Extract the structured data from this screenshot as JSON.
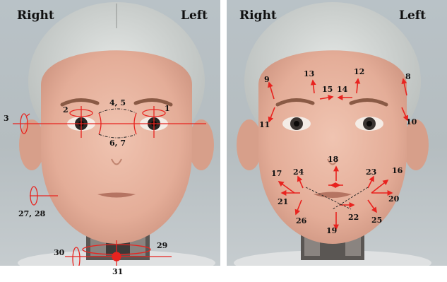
{
  "left_panel": {
    "side_labels": {
      "right": "Right",
      "left": "Left"
    },
    "axis_labels": [
      "1",
      "2",
      "3",
      "4, 5",
      "6, 7",
      "27, 28",
      "29",
      "30",
      "31"
    ]
  },
  "right_panel": {
    "side_labels": {
      "right": "Right",
      "left": "Left"
    },
    "axis_labels": [
      "8",
      "9",
      "10",
      "11",
      "12",
      "13",
      "14",
      "15",
      "16",
      "17",
      "18",
      "19",
      "20",
      "21",
      "22",
      "23",
      "24",
      "25",
      "26"
    ]
  },
  "colors": {
    "annotation": "#e8231f",
    "skin": "#e9b8a5",
    "background": "#b9c2c7"
  }
}
